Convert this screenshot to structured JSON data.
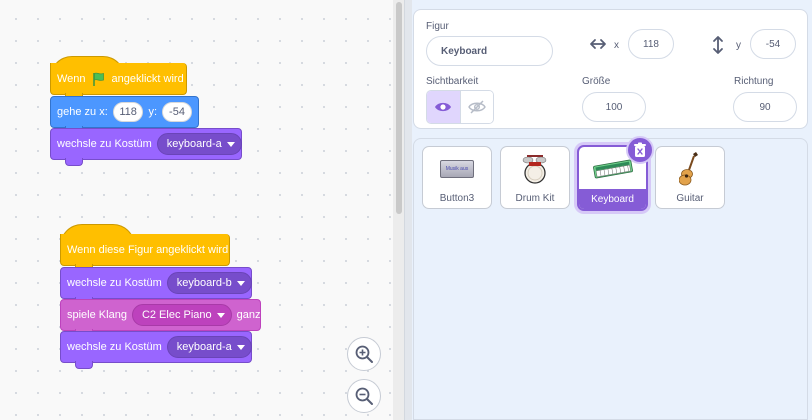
{
  "scripts": [
    {
      "hat": {
        "before": "Wenn",
        "icon": "green-flag-icon",
        "after": "angeklickt wird"
      },
      "blocks": [
        {
          "text": "gehe zu x:",
          "x": "118",
          "ylabel": "y:",
          "y": "-54"
        },
        {
          "text": "wechsle zu Kostüm",
          "value": "keyboard-a"
        }
      ]
    },
    {
      "hat": {
        "text": "Wenn diese Figur angeklickt wird"
      },
      "blocks": [
        {
          "text": "wechsle zu Kostüm",
          "value": "keyboard-b"
        },
        {
          "text": "spiele Klang",
          "value": "C2 Elec Piano",
          "suffix": "ganz"
        },
        {
          "text": "wechsle zu Kostüm",
          "value": "keyboard-a"
        }
      ]
    }
  ],
  "sprite_info": {
    "figure_label": "Figur",
    "name": "Keyboard",
    "x_label": "x",
    "x": "118",
    "y_label": "y",
    "y": "-54",
    "visibility_label": "Sichtbarkeit",
    "size_label": "Größe",
    "size": "100",
    "direction_label": "Richtung",
    "direction": "90"
  },
  "sprites": [
    {
      "name": "Button3",
      "thumb_text": "Musik aus"
    },
    {
      "name": "Drum Kit"
    },
    {
      "name": "Keyboard",
      "selected": true
    },
    {
      "name": "Guitar"
    }
  ],
  "colors": {
    "event": "#ffbf00",
    "motion": "#4c97ff",
    "looks": "#9966ff",
    "sound": "#cf63cf",
    "selection": "#855cd6"
  }
}
